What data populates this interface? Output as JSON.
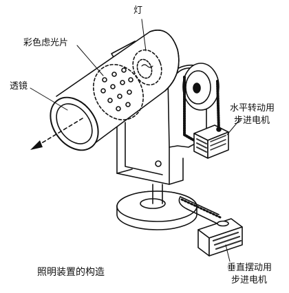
{
  "labels": {
    "lamp": "灯",
    "color_filter": "彩色虑光片",
    "lens": "透镜",
    "horizontal_motor_line1": "水平转动用",
    "horizontal_motor_line2": "步进电机",
    "vertical_motor_line1": "垂直摆动用",
    "vertical_motor_line2": "步进电机"
  },
  "caption": "照明装置的构造"
}
